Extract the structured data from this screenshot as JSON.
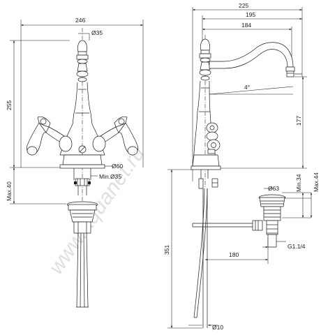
{
  "watermark": "www.aquanet.ru",
  "front_view": {
    "overall_width": "246",
    "handle_knob_dia": "Ø35",
    "overall_height": "255",
    "base_dia": "Ø60",
    "hole_dia": "Min.Ø35",
    "max_counter": "Max.40"
  },
  "side_view": {
    "depth_total": "225",
    "depth_spout": "195",
    "reach": "184",
    "angle": "4°",
    "spout_height": "177",
    "pipe_length": "351",
    "rod_reach": "180",
    "pipe_dia": "Ø10"
  },
  "waste_detail": {
    "dia": "Ø63",
    "min_height": "Min.34",
    "max_height": "Max.44",
    "thread": "G1.1/4"
  }
}
